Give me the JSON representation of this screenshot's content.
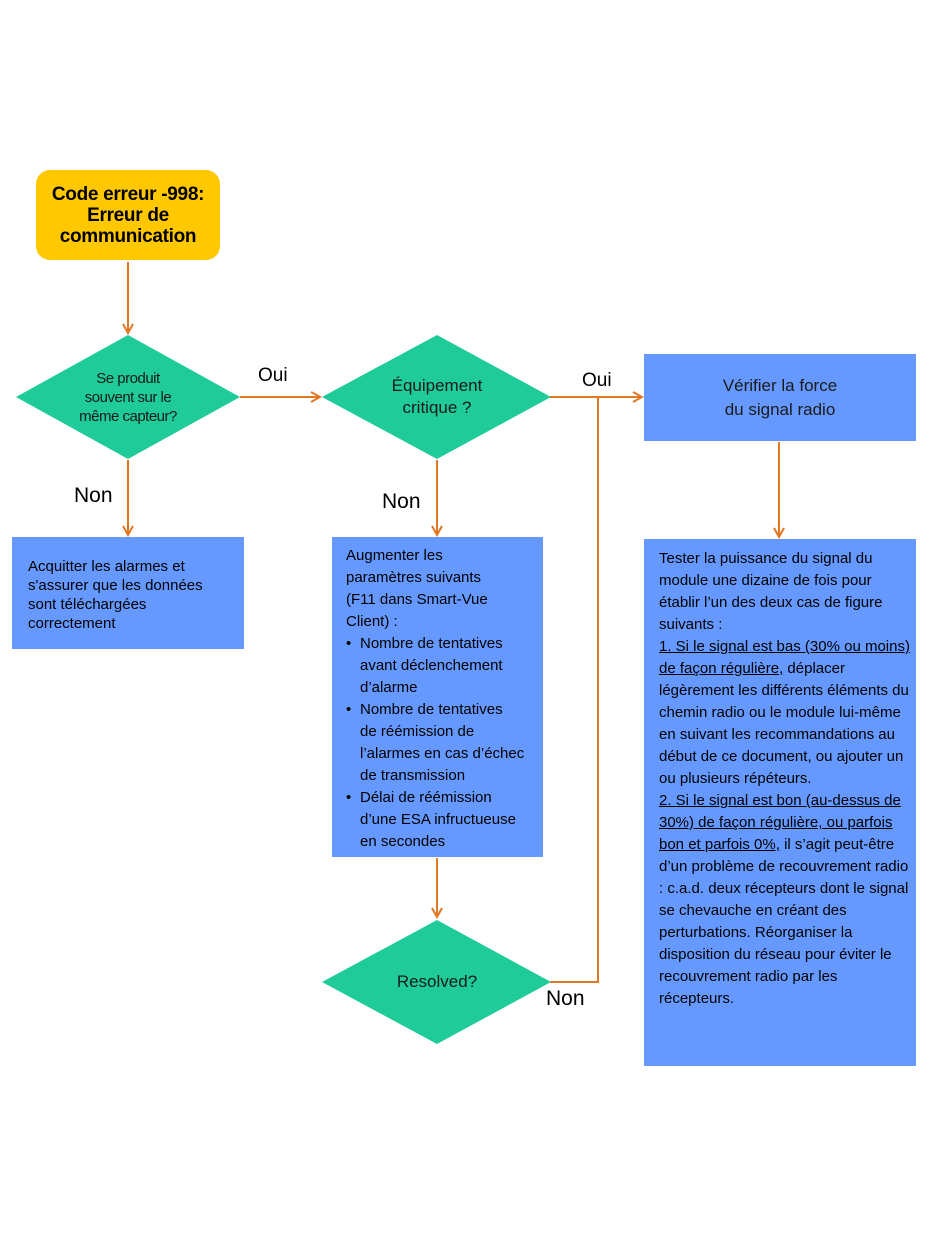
{
  "start": {
    "text": "Code erreur -998:\nErreur de\ncommunication"
  },
  "decisions": {
    "same_sensor": "Se produit\nsouvent sur le\nmême capteur?",
    "critical": "Équipement\ncritique ?",
    "resolved": "Resolved?"
  },
  "edges": {
    "oui_1": "Oui",
    "oui_2": "Oui",
    "non_1": "Non",
    "non_2": "Non",
    "non_3": "Non"
  },
  "boxes": {
    "ack": "Acquitter les alarmes et\ns'assurer que les données\nsont téléchargées\ncorrectement",
    "verify": "Vérifier la force\ndu signal radio",
    "increase": {
      "intro": "Augmenter les\nparamètres suivants\n(F11 dans Smart-Vue\nClient) :",
      "items": [
        "Nombre de tentatives\navant déclenchement\nd’alarme",
        "Nombre de tentatives\nde réémission de\nl’alarmes en cas d’échec\nde transmission",
        "Délai de réémission\nd’une ESA infructueuse\nen secondes"
      ]
    },
    "test": {
      "intro": "Tester la puissance du signal du module une dizaine de fois pour établir l’un des deux cas de figure suivants :",
      "case1_title": "1. Si le signal est bas (30% ou moins) de façon régulière,",
      "case1_body": " déplacer légèrement les différents éléments du chemin radio ou le module lui-même en suivant les recommandations au début de ce document, ou ajouter un ou plusieurs répéteurs.",
      "case2_title": "2. Si le signal est bon (au-dessus de 30%) de façon régulière, ou parfois bon et parfois 0%,",
      "case2_body": " il s’agit peut-être d’un problème de recouvrement radio : c.a.d. deux récepteurs dont le signal se chevauche en créant des perturbations. Réorganiser la disposition du réseau pour éviter le recouvrement radio par les récepteurs."
    }
  },
  "colors": {
    "start": "#ffc800",
    "decision": "#1fcc99",
    "process": "#6699ff",
    "connector": "#e07722"
  }
}
